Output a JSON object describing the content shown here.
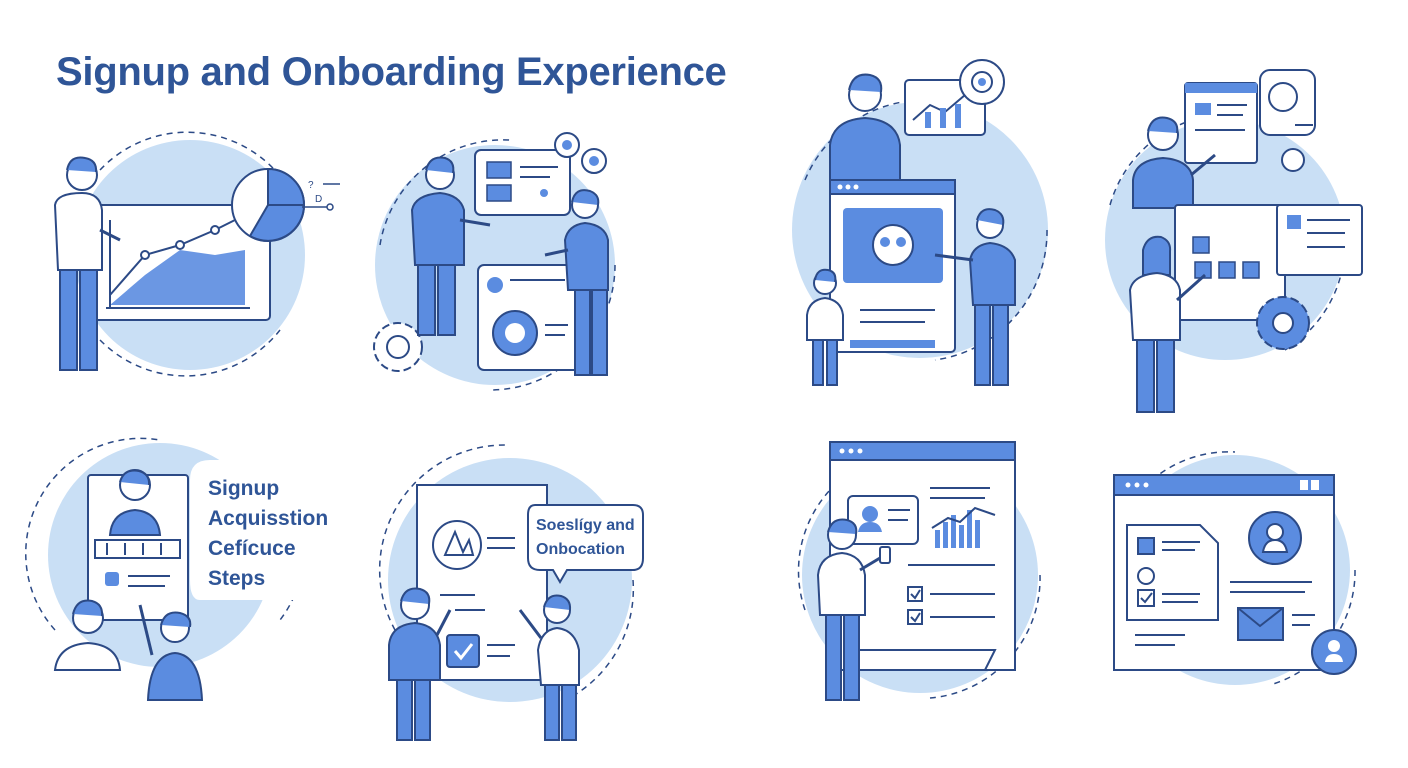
{
  "title": "Signup and Onboarding Experience",
  "colors": {
    "primary": "#2f5597",
    "accent": "#5b8ce0",
    "circle": "#c9dff5",
    "line": "#2c4a86",
    "background": "#ffffff"
  },
  "panel_a": {
    "caption_lines": [
      "Signup",
      "Acquisstion",
      "Cefícuce",
      "Steps"
    ]
  },
  "panel_b": {
    "bubble_lines": [
      "Soeslígy and",
      "Onbocation"
    ]
  },
  "chart_small": {
    "text_marks": [
      "?",
      "D"
    ]
  }
}
